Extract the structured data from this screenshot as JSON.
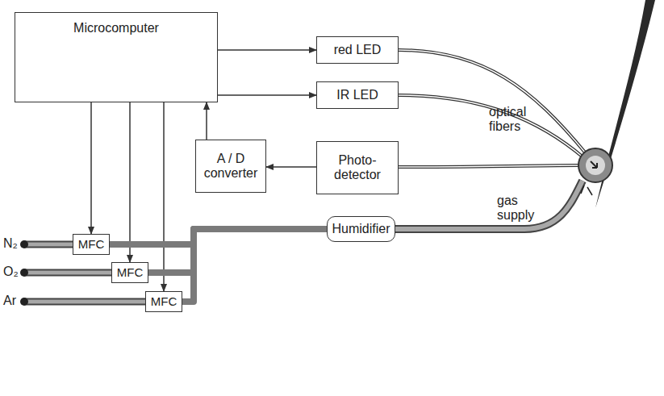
{
  "diagram": {
    "nodes": [
      {
        "text": [
          "Microcomputer"
        ]
      },
      {
        "text": [
          "red LED"
        ]
      },
      {
        "text": [
          "IR LED"
        ]
      },
      {
        "text": [
          "A / D converter"
        ]
      },
      {
        "text": [
          "Photo-detector"
        ]
      },
      {
        "text": [
          "Humidifier"
        ]
      },
      {
        "text": [
          "MFC"
        ]
      },
      {
        "text": [
          "MFC"
        ]
      },
      {
        "text": [
          "MFC"
        ]
      }
    ],
    "edges": [
      {
        "from": 0,
        "to": 1,
        "arrow": "to"
      },
      {
        "from": 0,
        "to": 2,
        "arrow": "to"
      },
      {
        "from": 3,
        "to": 0,
        "arrow": "to"
      },
      {
        "from": 4,
        "to": 3,
        "arrow": "to"
      },
      {
        "from": 0,
        "to": 6,
        "arrow": "to"
      },
      {
        "from": 0,
        "to": 7,
        "arrow": "to"
      },
      {
        "from": 0,
        "to": 8,
        "arrow": "to"
      },
      {
        "from": 6,
        "to": 5,
        "arrow": "none"
      },
      {
        "from": 7,
        "to": 5,
        "arrow": "none"
      },
      {
        "from": 8,
        "to": 5,
        "arrow": "none"
      }
    ],
    "labels": [
      "N₂",
      "O₂",
      "Ar",
      "optical fibers",
      "gas supply"
    ]
  }
}
